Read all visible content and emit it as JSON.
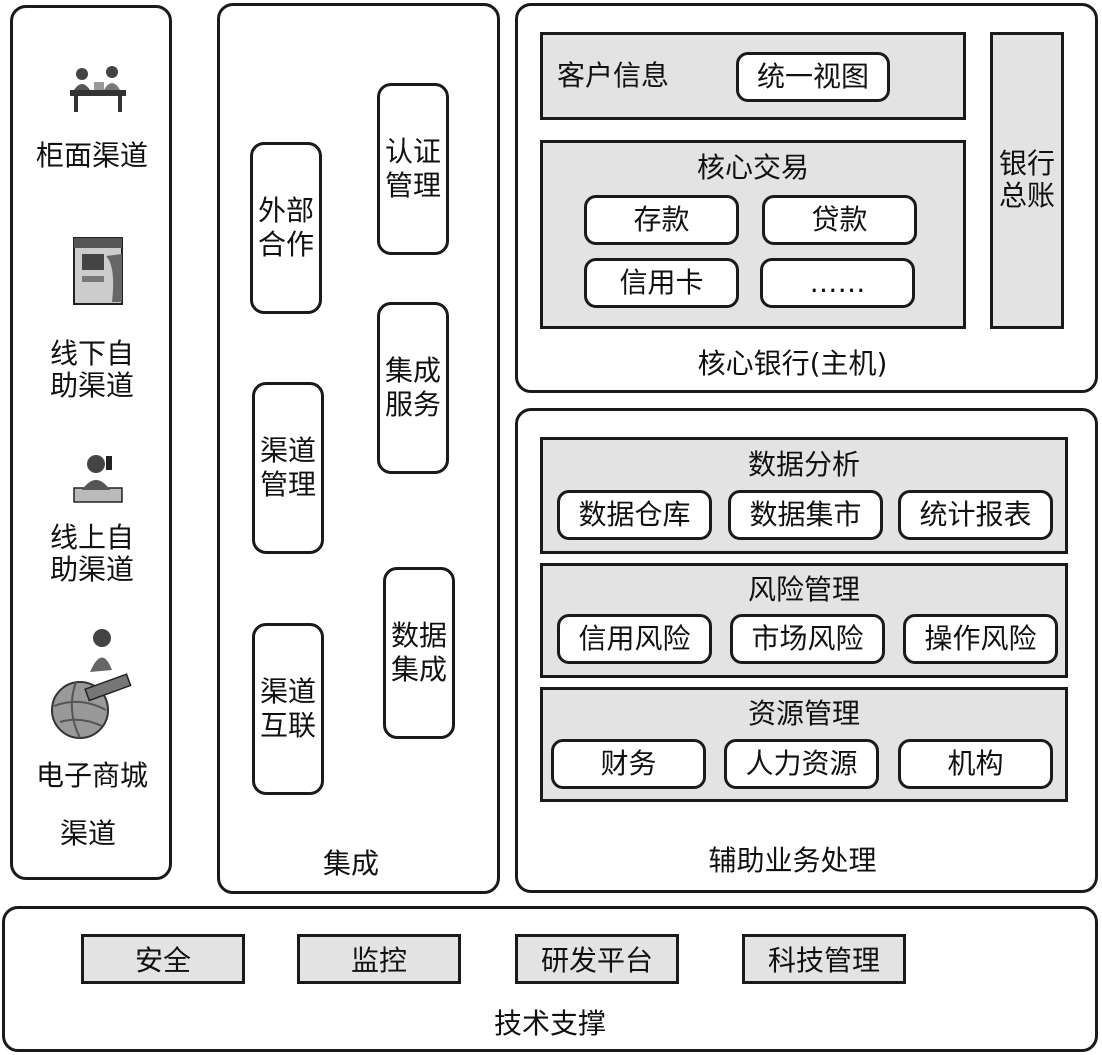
{
  "channels": {
    "counter": "柜面渠道",
    "offline_self_service": "线下自\n助渠道",
    "online_self_service": "线上自\n助渠道",
    "ecommerce_line1": "电子商城",
    "ecommerce_line2": "渠道"
  },
  "integration": {
    "title": "集成",
    "external_cooperation": "外部合作",
    "auth_management": "认证管理",
    "integration_service": "集成服务",
    "channel_management": "渠道管理",
    "data_integration": "数据集成",
    "channel_interconnect": "渠道互联"
  },
  "core_banking": {
    "title": "核心银行(主机)",
    "customer_info": "客户信息",
    "unified_view": "统一视图",
    "core_transaction": "核心交易",
    "deposit": "存款",
    "loan": "贷款",
    "credit_card": "信用卡",
    "more": "……",
    "general_ledger": "银行总账"
  },
  "auxiliary": {
    "title": "辅助业务处理",
    "data_analysis": {
      "title": "数据分析",
      "items": [
        "数据仓库",
        "数据集市",
        "统计报表"
      ]
    },
    "risk_management": {
      "title": "风险管理",
      "items": [
        "信用风险",
        "市场风险",
        "操作风险"
      ]
    },
    "resource_management": {
      "title": "资源管理",
      "items": [
        "财务",
        "人力资源",
        "机构"
      ]
    }
  },
  "tech_support": {
    "title": "技术支撑",
    "items": [
      "安全",
      "监控",
      "研发平台",
      "科技管理"
    ]
  }
}
